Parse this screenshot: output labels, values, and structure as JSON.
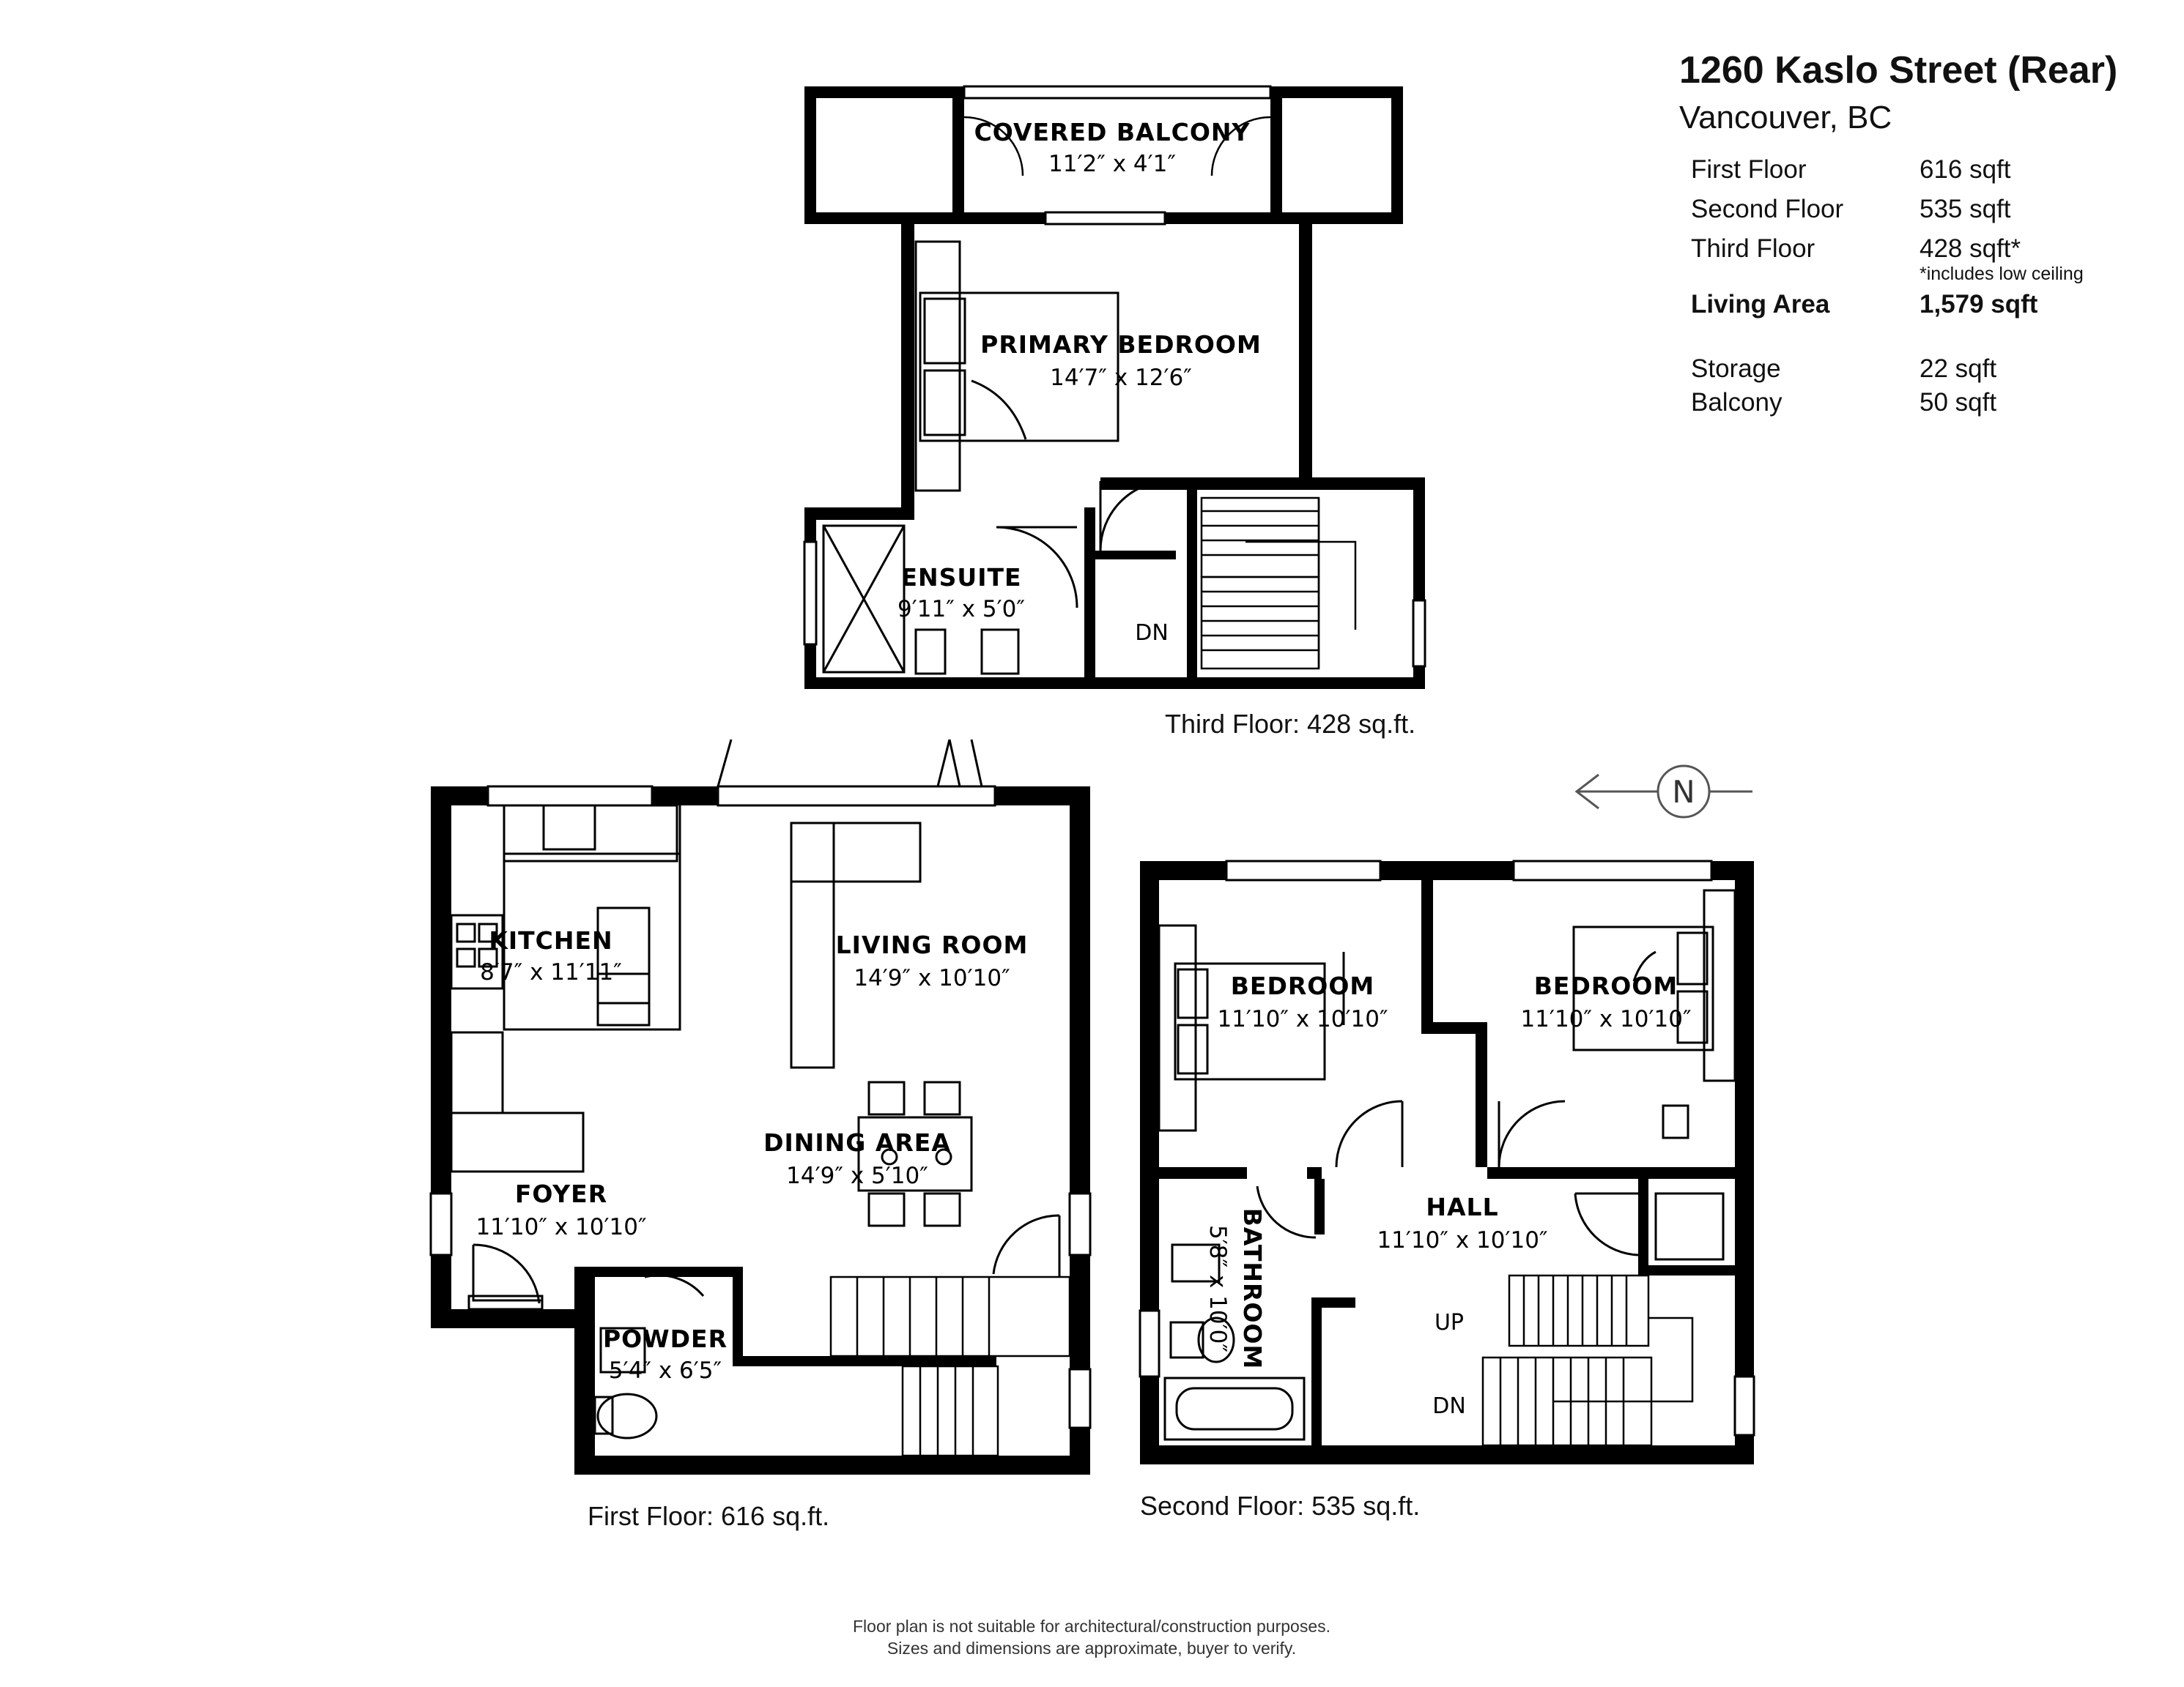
{
  "header": {
    "title": "1260 Kaslo Street (Rear)",
    "location": "Vancouver, BC"
  },
  "areas": [
    {
      "label": "First Floor",
      "value": "616 sqft"
    },
    {
      "label": "Second Floor",
      "value": "535 sqft"
    },
    {
      "label": "Third Floor",
      "value": "428 sqft*",
      "note": "*includes low ceiling"
    },
    {
      "label": "Living Area",
      "value": "1,579 sqft"
    },
    {
      "label": "Storage",
      "value": "22 sqft"
    },
    {
      "label": "Balcony",
      "value": "50 sqft"
    }
  ],
  "compass": {
    "label": "N"
  },
  "floors": {
    "third": {
      "caption": "Third Floor: 428 sq.ft.",
      "rooms": [
        {
          "name": "COVERED BALCONY",
          "dims": "11′2″ x 4′1″"
        },
        {
          "name": "PRIMARY BEDROOM",
          "dims": "14′7″ x 12′6″"
        },
        {
          "name": "ENSUITE",
          "dims": "9′11″ x 5′0″"
        }
      ],
      "stair_label": "DN"
    },
    "first": {
      "caption": "First Floor: 616 sq.ft.",
      "rooms": [
        {
          "name": "KITCHEN",
          "dims": "8′7″ x 11′11″"
        },
        {
          "name": "LIVING ROOM",
          "dims": "14′9″ x 10′10″"
        },
        {
          "name": "DINING AREA",
          "dims": "14′9″ x 5′10″"
        },
        {
          "name": "FOYER",
          "dims": "11′10″ x 10′10″"
        },
        {
          "name": "POWDER",
          "dims": "5′4″ x 6′5″"
        }
      ]
    },
    "second": {
      "caption": "Second Floor: 535 sq.ft.",
      "rooms": [
        {
          "name": "BEDROOM",
          "dims": "11′10″ x 10′10″"
        },
        {
          "name": "BEDROOM",
          "dims": "11′10″ x 10′10″"
        },
        {
          "name": "HALL",
          "dims": "11′10″ x 10′10″"
        },
        {
          "name": "BATHROOM",
          "dims": "5′8″ x 10′0″"
        }
      ],
      "stair_up": "UP",
      "stair_down": "DN"
    }
  },
  "disclaimer": {
    "line1": "Floor plan is not suitable for architectural/construction purposes.",
    "line2": "Sizes and dimensions are approximate, buyer to verify."
  }
}
